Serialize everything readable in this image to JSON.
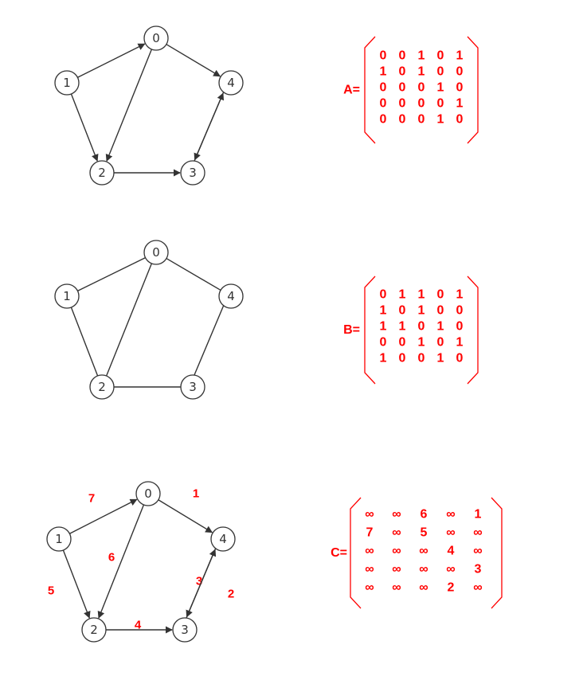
{
  "colors": {
    "accent": "#ff0000",
    "stroke": "#333333"
  },
  "graphs": [
    {
      "id": "A",
      "directed": true,
      "nodes": [
        "0",
        "1",
        "2",
        "3",
        "4"
      ],
      "edges": [
        {
          "from": 1,
          "to": 0
        },
        {
          "from": 0,
          "to": 4
        },
        {
          "from": 0,
          "to": 2
        },
        {
          "from": 1,
          "to": 2
        },
        {
          "from": 2,
          "to": 3
        },
        {
          "from": 3,
          "to": 4
        },
        {
          "from": 4,
          "to": 3
        }
      ]
    },
    {
      "id": "B",
      "directed": false,
      "nodes": [
        "0",
        "1",
        "2",
        "3",
        "4"
      ],
      "edges": [
        {
          "from": 1,
          "to": 0
        },
        {
          "from": 0,
          "to": 4
        },
        {
          "from": 0,
          "to": 2
        },
        {
          "from": 1,
          "to": 2
        },
        {
          "from": 2,
          "to": 3
        },
        {
          "from": 3,
          "to": 4
        }
      ]
    },
    {
      "id": "C",
      "directed": true,
      "nodes": [
        "0",
        "1",
        "2",
        "3",
        "4"
      ],
      "edges": [
        {
          "from": 1,
          "to": 0,
          "weight": "7"
        },
        {
          "from": 0,
          "to": 4,
          "weight": "1"
        },
        {
          "from": 0,
          "to": 2,
          "weight": "6"
        },
        {
          "from": 1,
          "to": 2,
          "weight": "5"
        },
        {
          "from": 2,
          "to": 3,
          "weight": "4"
        },
        {
          "from": 3,
          "to": 4,
          "weight": "3"
        },
        {
          "from": 4,
          "to": 3,
          "weight": "2"
        }
      ]
    }
  ],
  "matrices": [
    {
      "name": "A=",
      "rows": [
        [
          "0",
          "0",
          "1",
          "0",
          "1"
        ],
        [
          "1",
          "0",
          "1",
          "0",
          "0"
        ],
        [
          "0",
          "0",
          "0",
          "1",
          "0"
        ],
        [
          "0",
          "0",
          "0",
          "0",
          "1"
        ],
        [
          "0",
          "0",
          "0",
          "1",
          "0"
        ]
      ]
    },
    {
      "name": "B=",
      "rows": [
        [
          "0",
          "1",
          "1",
          "0",
          "1"
        ],
        [
          "1",
          "0",
          "1",
          "0",
          "0"
        ],
        [
          "1",
          "1",
          "0",
          "1",
          "0"
        ],
        [
          "0",
          "0",
          "1",
          "0",
          "1"
        ],
        [
          "1",
          "0",
          "0",
          "1",
          "0"
        ]
      ]
    },
    {
      "name": "C=",
      "rows": [
        [
          "∞",
          "∞",
          "6",
          "∞",
          "1"
        ],
        [
          "7",
          "∞",
          "5",
          "∞",
          "∞"
        ],
        [
          "∞",
          "∞",
          "∞",
          "4",
          "∞"
        ],
        [
          "∞",
          "∞",
          "∞",
          "∞",
          "3"
        ],
        [
          "∞",
          "∞",
          "∞",
          "2",
          "∞"
        ]
      ]
    }
  ]
}
